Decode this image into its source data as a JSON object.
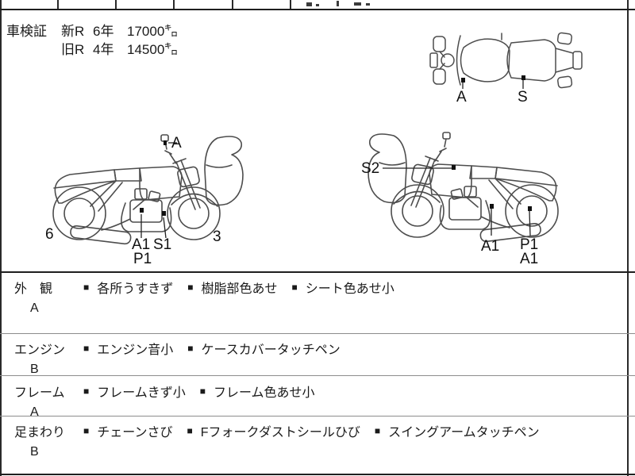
{
  "document": {
    "colors": {
      "ink": "#1a1a1a",
      "drawing_line": "#4d4d4d"
    },
    "shaken_block": {
      "title": "車検証",
      "entries": [
        {
          "label": "新R",
          "year": "6年",
          "distance": "17000㌔"
        },
        {
          "label": "旧R",
          "year": "4年",
          "distance": "14500㌔"
        }
      ]
    },
    "diagram_labels": {
      "top_view": {
        "a": "A",
        "s": "S"
      },
      "left_view": {
        "a": "A",
        "a1": "A1",
        "s1": "S1",
        "p1": "P1",
        "num6": "6",
        "num3": "3"
      },
      "right_view": {
        "s2": "S2",
        "a1": "A1",
        "p1": "P1",
        "a1b": "A1"
      }
    },
    "condition_table": {
      "bullet": "■",
      "rows": [
        {
          "category": "外　観",
          "grade": "A",
          "items": [
            "各所うすきず",
            "樹脂部色あせ",
            "シート色あせ小"
          ]
        },
        {
          "category": "エンジン",
          "grade": "B",
          "items": [
            "エンジン音小",
            "ケースカバータッチペン"
          ]
        },
        {
          "category": "フレーム",
          "grade": "A",
          "items": [
            "フレームきず小",
            "フレーム色あせ小"
          ]
        },
        {
          "category": "足まわり",
          "grade": "B",
          "items": [
            "チェーンさび",
            "Fフォークダストシールひび",
            "スイングアームタッチペン"
          ]
        }
      ]
    }
  }
}
